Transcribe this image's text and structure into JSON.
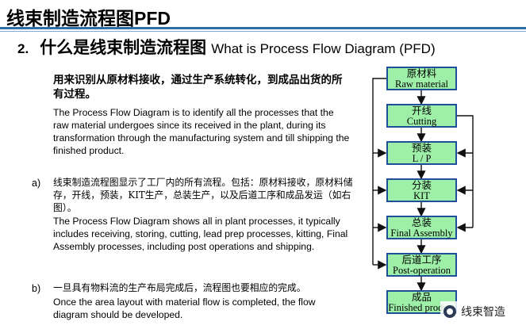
{
  "title": "线束制造流程图PFD",
  "heading": {
    "number": "2.",
    "zh": "什么是线束制造流程图",
    "en": "What is Process Flow Diagram (PFD)"
  },
  "intro": {
    "zh": "用来识别从原材料接收，通过生产系统转化，到成品出货的所有过程。",
    "en": "The Process Flow Diagram is to identify all the processes that the raw material undergoes since its received in the plant, during its transformation through the manufacturing system and till shipping the finished product."
  },
  "item_a": {
    "label": "a)",
    "zh": "线束制造流程图显示了工厂内的所有流程。包括：原材料接收，原材料储存，开线，预装，KIT生产，总装生产，以及后道工序和成品发运（如右图）。",
    "en": "The Process Flow Diagram shows all in plant processes, it typically includes receiving, storing, cutting, lead prep processes, kitting, Final Assembly processes, including post operations and shipping."
  },
  "item_b": {
    "label": "b)",
    "zh": "一旦具有物料流的生产布局完成后，流程图也要相应的完成。",
    "en": "Once the area layout with material flow is completed, the flow diagram should be developed."
  },
  "flow": [
    {
      "zh": "原材料",
      "en": "Raw material"
    },
    {
      "zh": "开线",
      "en": "Cutting"
    },
    {
      "zh": "预装",
      "en": "L / P"
    },
    {
      "zh": "分装",
      "en": "KIT"
    },
    {
      "zh": "总装",
      "en": "Final Assembly"
    },
    {
      "zh": "后道工序",
      "en": "Post-operation"
    },
    {
      "zh": "成品",
      "en": "Finished product"
    }
  ],
  "watermark": "线束智造",
  "colors": {
    "box_fill": "#9ef0a8",
    "box_border": "#1f4f9a",
    "rule": "#2e6ea8"
  }
}
